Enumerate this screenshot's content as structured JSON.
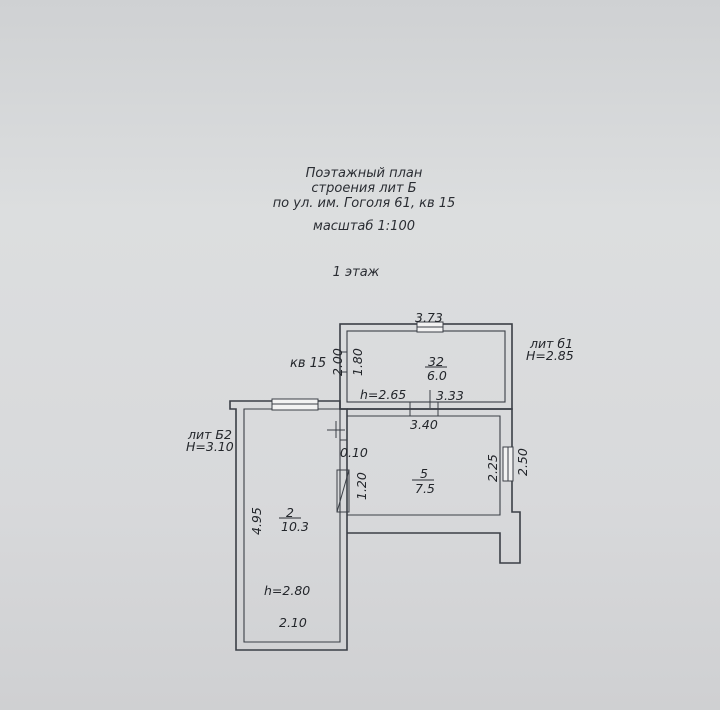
{
  "title": {
    "line1": "Поэтажный план",
    "line2": "строения лит Б",
    "line3": "по ул. им. Гоголя 61, кв 15",
    "scale": "масштаб 1:100",
    "floor": "1 этаж"
  },
  "apartment_label": "кв 15",
  "annex_b1": {
    "name": "лит б1",
    "height": "H=2.85"
  },
  "annex_b2": {
    "name": "лит Б2",
    "height": "H=3.10"
  },
  "rooms": [
    {
      "number": "32",
      "area": "6.0"
    },
    {
      "number": "5",
      "area": "7.5"
    },
    {
      "number": "2",
      "area": "10.3"
    }
  ],
  "dimensions": {
    "top_width": "3.73",
    "left_outer": "2.00",
    "left_inner": "1.80",
    "h_room32": "h=2.65",
    "mid_top": "3.33",
    "mid_width": "3.40",
    "partition": "0.10",
    "door_length": "1.20",
    "right_inner": "2.25",
    "right_outer": "2.50",
    "room2_length": "4.95",
    "h_room2": "h=2.80",
    "bottom_width": "2.10"
  }
}
